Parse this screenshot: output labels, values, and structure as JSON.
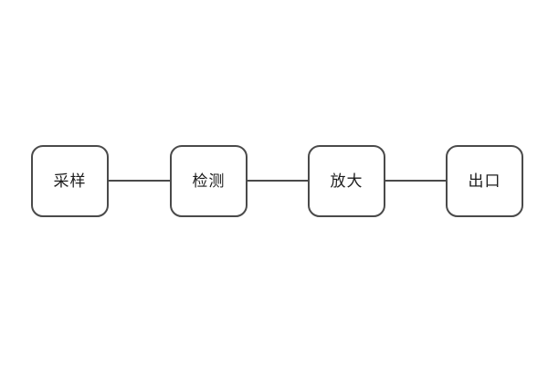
{
  "diagram": {
    "type": "flowchart",
    "direction": "horizontal",
    "background_color": "#ffffff",
    "node_border_color": "#4a4a4a",
    "node_fill_color": "#ffffff",
    "connector_color": "#4a4a4a",
    "label_color": "#1c1c1c",
    "nodes": [
      {
        "id": "sampling",
        "label": "采样"
      },
      {
        "id": "detection",
        "label": "检测"
      },
      {
        "id": "amplification",
        "label": "放大"
      },
      {
        "id": "outlet",
        "label": "出口"
      }
    ],
    "connections": [
      {
        "from": "sampling",
        "to": "detection",
        "style": "plain-line"
      },
      {
        "from": "detection",
        "to": "amplification",
        "style": "plain-line"
      },
      {
        "from": "amplification",
        "to": "outlet",
        "style": "plain-line"
      }
    ]
  }
}
